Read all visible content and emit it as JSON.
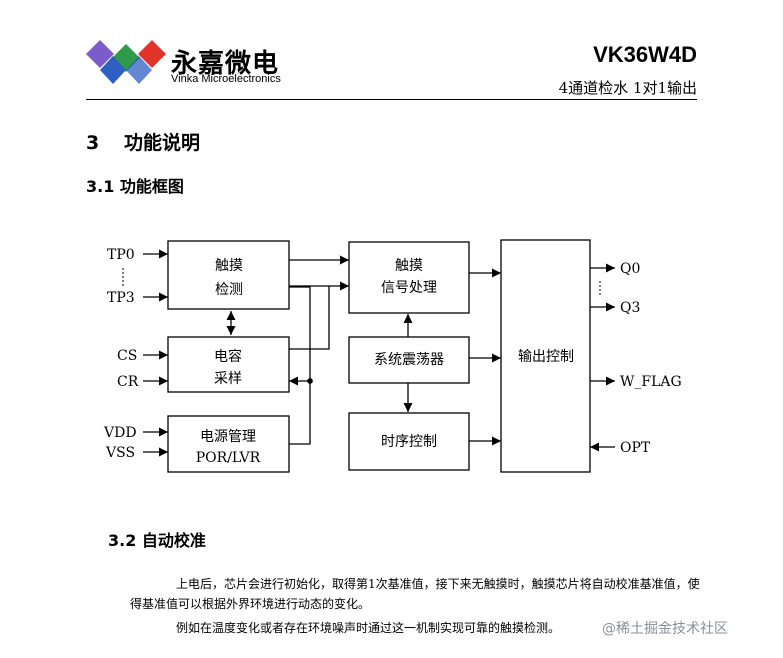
{
  "header": {
    "logo_cn": "永嘉微电",
    "logo_en": "Vinka Microelectronics",
    "model": "VK36W4D",
    "subtitle": "4通道检水 1对1输出",
    "logo_colors": [
      "#7b5cc8",
      "#2e9a4a",
      "#e2332a",
      "#2f5fc0"
    ]
  },
  "section3": {
    "num": "3",
    "title": "功能说明"
  },
  "section31": {
    "title": "3.1  功能框图"
  },
  "diagram": {
    "inputs": {
      "tp0": "TP0",
      "tp3": "TP3",
      "cs": "CS",
      "cr": "CR",
      "vdd": "VDD",
      "vss": "VSS"
    },
    "blocks": {
      "touch_detect": [
        "触摸",
        "检测"
      ],
      "cap_sample": [
        "电容",
        "采样"
      ],
      "power": [
        "电源管理",
        "POR/LVR"
      ],
      "touch_signal": [
        "触摸",
        "信号处理"
      ],
      "oscillator": "系统震荡器",
      "timing": "时序控制",
      "output_ctrl": "输出控制"
    },
    "outputs": {
      "q0": "Q0",
      "q3": "Q3",
      "wflag": "W_FLAG",
      "opt": "OPT"
    }
  },
  "section32": {
    "title": "3.2  自动校准"
  },
  "paragraphs": {
    "p1_line1": "上电后，芯片会进行初始化，取得第1次基准值，接下来无触摸时，触摸芯片将自动校准基准值，使",
    "p1_line2": "得基准值可以根据外界环境进行动态的变化。",
    "p2": "例如在温度变化或者存在环境噪声时通过这一机制实现可靠的触摸检测。"
  },
  "watermark": "@稀土掘金技术社区"
}
